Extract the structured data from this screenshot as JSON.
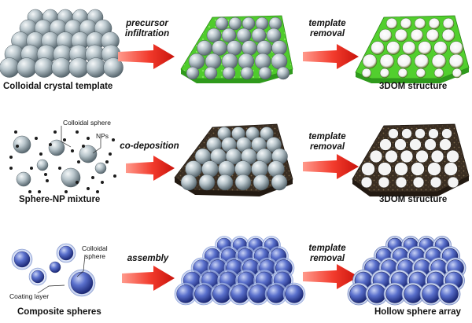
{
  "rows": [
    {
      "start_label": "Colloidal crystal template",
      "step1": [
        "precursor",
        "infiltration"
      ],
      "step2": [
        "template",
        "removal"
      ],
      "end_label": "3DOM structure"
    },
    {
      "start_label": "Sphere-NP mixture",
      "step1": [
        "co-deposition"
      ],
      "step2": [
        "template",
        "removal"
      ],
      "end_label": "3DOM structure",
      "callouts": {
        "sphere": "Colloidal sphere",
        "nps": "NPs"
      }
    },
    {
      "start_label": "Composite spheres",
      "step1": [
        "assembly"
      ],
      "step2": [
        "template",
        "removal"
      ],
      "end_label": "Hollow sphere array",
      "callouts": {
        "sphere": [
          "Colloidal",
          "sphere"
        ],
        "layer": "Coating layer"
      }
    }
  ],
  "colors": {
    "arrow": "#e8302a",
    "sphere": "#aebfc7",
    "green_matrix": "#55d431",
    "brown_matrix": "#3a2e22",
    "blue_sphere": "#3f55b4"
  }
}
